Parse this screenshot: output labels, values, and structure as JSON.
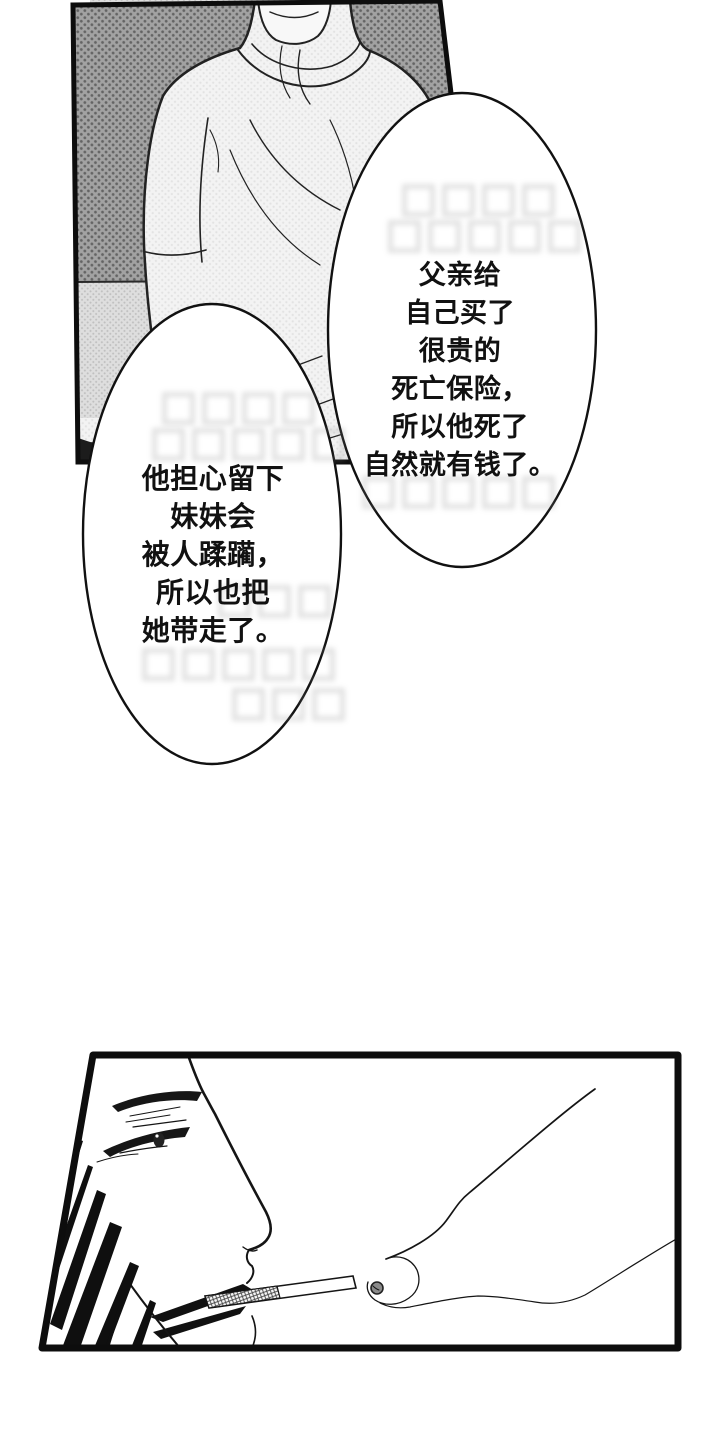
{
  "speech_bubbles": {
    "right": {
      "lines": [
        "父亲给",
        "自己买了",
        "很贵的",
        "死亡保险，",
        "所以他死了",
        "自然就有钱了。"
      ]
    },
    "left": {
      "lines": [
        "他担心留下",
        "妹妹会",
        "被人蹂躏，",
        "所以也把",
        "她带走了。"
      ]
    }
  },
  "colors": {
    "ink": "#111111",
    "paper": "#ffffff",
    "halftone_dark": "#9a9a9a",
    "halftone_light": "#d9d9d9"
  }
}
